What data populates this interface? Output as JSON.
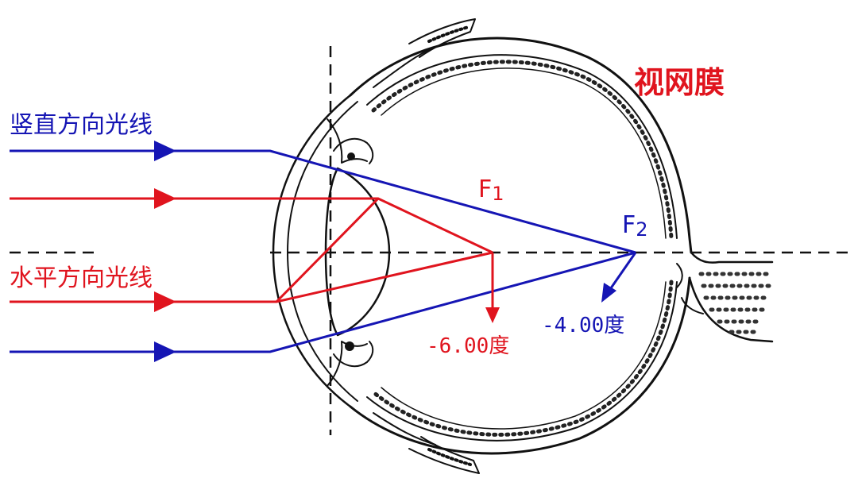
{
  "labels": {
    "retina": "视网膜",
    "vertical_rays": "竖直方向光线",
    "horizontal_rays": "水平方向光线",
    "f1": "F",
    "f1_sub": "1",
    "f2": "F",
    "f2_sub": "2",
    "f1_power": "-6.00度",
    "f2_power": "-4.00度"
  },
  "colors": {
    "red": "#e0141e",
    "blue": "#1515b4",
    "ink": "#111111"
  }
}
